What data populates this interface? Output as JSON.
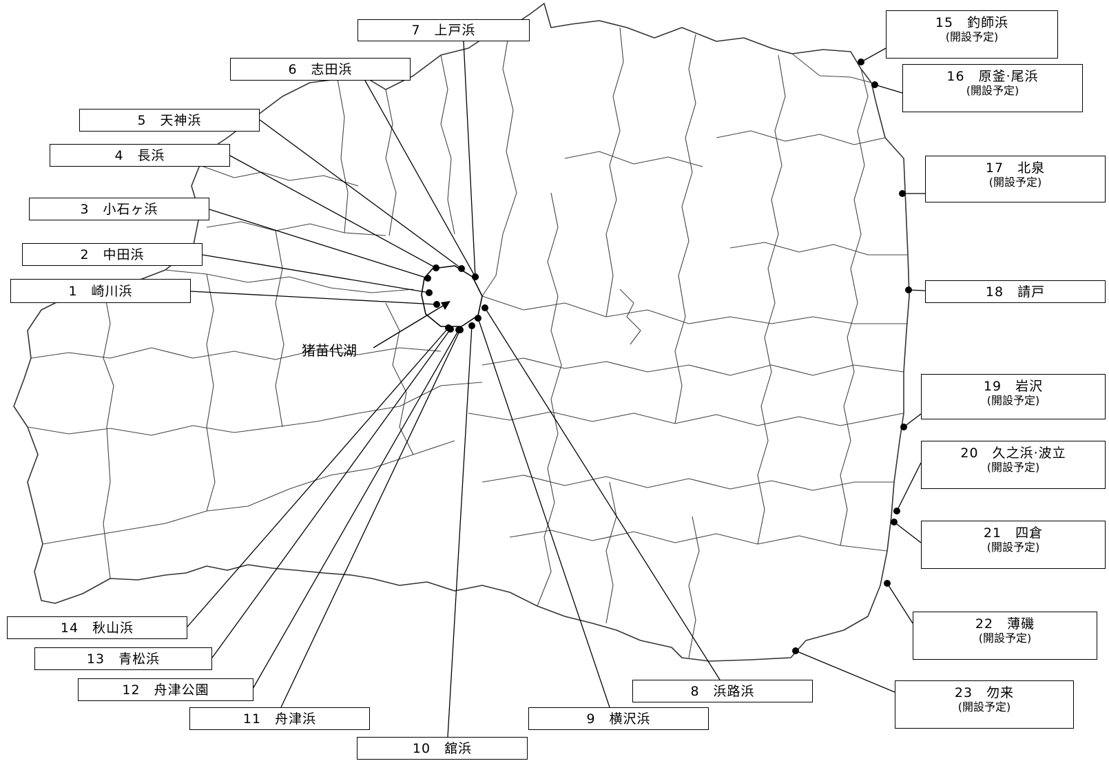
{
  "lake_name": "猪苗代湖",
  "beaches": [
    {
      "label": "1　崎川浜",
      "note": ""
    },
    {
      "label": "2　中田浜",
      "note": ""
    },
    {
      "label": "3　小石ヶ浜",
      "note": ""
    },
    {
      "label": "4　長浜",
      "note": ""
    },
    {
      "label": "5　天神浜",
      "note": ""
    },
    {
      "label": "6　志田浜",
      "note": ""
    },
    {
      "label": "7　上戸浜",
      "note": ""
    },
    {
      "label": "8　浜路浜",
      "note": ""
    },
    {
      "label": "9　横沢浜",
      "note": ""
    },
    {
      "label": "10　舘浜",
      "note": ""
    },
    {
      "label": "11　舟津浜",
      "note": ""
    },
    {
      "label": "12　舟津公園",
      "note": ""
    },
    {
      "label": "13　青松浜",
      "note": ""
    },
    {
      "label": "14　秋山浜",
      "note": ""
    },
    {
      "label": "15　釣師浜",
      "note": "(開設予定)"
    },
    {
      "label": "16　原釜·尾浜",
      "note": "(開設予定)"
    },
    {
      "label": "17　北泉",
      "note": "(開設予定)"
    },
    {
      "label": "18　請戸",
      "note": ""
    },
    {
      "label": "19　岩沢",
      "note": "(開設予定)"
    },
    {
      "label": "20　久之浜·波立",
      "note": "(開設予定)"
    },
    {
      "label": "21　四倉",
      "note": "(開設予定)"
    },
    {
      "label": "22　薄磯",
      "note": "(開設予定)"
    },
    {
      "label": "23　勿来",
      "note": "(開設予定)"
    }
  ]
}
